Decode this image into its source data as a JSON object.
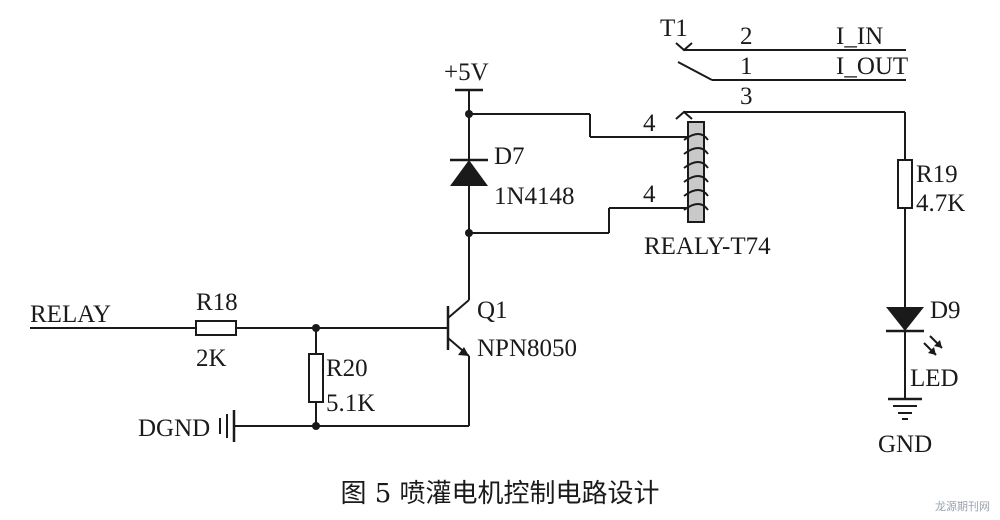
{
  "relay_switch": {
    "ref": "T1",
    "pins": [
      "2",
      "1",
      "3",
      "4",
      "4"
    ],
    "i_in": "I_IN",
    "i_out": "I_OUT"
  },
  "supply": {
    "label": "+5V"
  },
  "d7": {
    "ref": "D7",
    "part": "1N4148"
  },
  "relay_coil": {
    "part": "REALY-T74"
  },
  "r19": {
    "ref": "R19",
    "value": "4.7K"
  },
  "d9": {
    "ref": "D9",
    "type": "LED"
  },
  "gnd": {
    "label": "GND"
  },
  "relay_input": {
    "label": "RELAY"
  },
  "r18": {
    "ref": "R18",
    "value": "2K"
  },
  "q1": {
    "ref": "Q1",
    "part": "NPN8050"
  },
  "r20": {
    "ref": "R20",
    "value": "5.1K"
  },
  "dgnd": {
    "label": "DGND"
  },
  "caption": {
    "text": "图 5   喷灌电机控制电路设计"
  },
  "watermark": {
    "text": "龙源期刊网"
  },
  "colors": {
    "ink": "#1a1a1a",
    "coil_fill": "#c9c9c9",
    "background": "#ffffff"
  }
}
